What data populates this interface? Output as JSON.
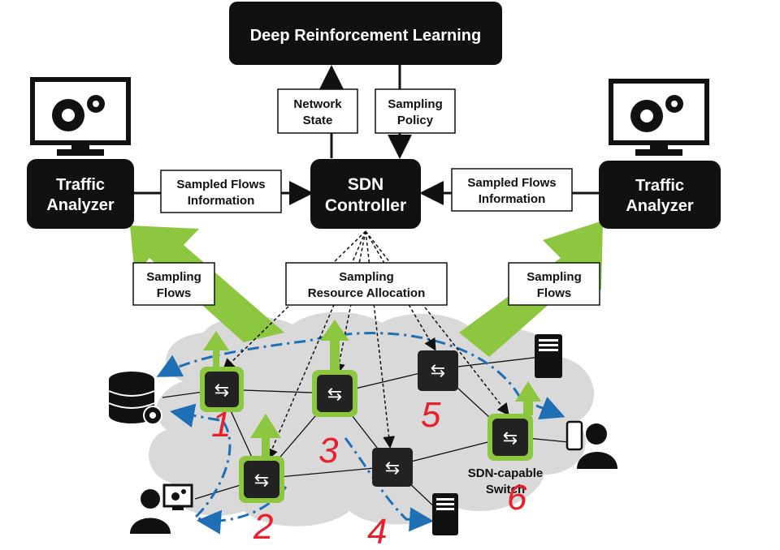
{
  "drl": {
    "title": "Deep Reinforcement Learning"
  },
  "controller": {
    "line1": "SDN",
    "line2": "Controller"
  },
  "analyzer_left": {
    "line1": "Traffic",
    "line2": "Analyzer"
  },
  "analyzer_right": {
    "line1": "Traffic",
    "line2": "Analyzer"
  },
  "network_state": {
    "line1": "Network",
    "line2": "State"
  },
  "sampling_policy": {
    "line1": "Sampling",
    "line2": "Policy"
  },
  "sampled_left": {
    "line1": "Sampled Flows",
    "line2": "Information"
  },
  "sampled_right": {
    "line1": "Sampled Flows",
    "line2": "Information"
  },
  "sampling_flows_left": {
    "line1": "Sampling",
    "line2": "Flows"
  },
  "sampling_flows_right": {
    "line1": "Sampling",
    "line2": "Flows"
  },
  "resource_allocation": {
    "line1": "Sampling",
    "line2": "Resource Allocation"
  },
  "switch_label": {
    "line1": "SDN-capable",
    "line2": "Switch"
  },
  "annotations": [
    "1",
    "2",
    "3",
    "4",
    "5",
    "6"
  ],
  "colors": {
    "sampling_arrow": "#8dc63f",
    "switch_border": "#8dc63f",
    "flow_path": "#1f6fb5",
    "cloud": "#d9d9d9",
    "annotation": "#e8202a"
  },
  "icons": [
    "monitor-gear-icon",
    "database-gear-icon",
    "user-monitor-icon",
    "user-phone-icon",
    "server-icon",
    "switch-icon"
  ]
}
